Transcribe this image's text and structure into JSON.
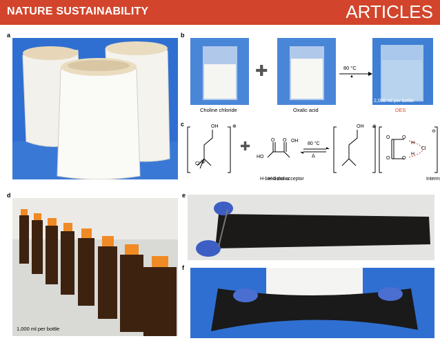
{
  "header": {
    "journal": "NATURE SUSTAINABILITY",
    "section": "ARTICLES"
  },
  "colors": {
    "banner": "#d2452c",
    "accent_red": "#d2452c",
    "photo_blue": "#2f6fd1"
  },
  "panels": {
    "a": {
      "label": "a"
    },
    "b": {
      "label": "b",
      "reagent1": "Choline chloride",
      "reagent2": "Oxalic acid",
      "arrow_top": "80 °C",
      "arrow_bottom": "▲",
      "product": "DES",
      "bottle_note": "2,000 ml per bottle"
    },
    "c": {
      "label": "c",
      "cl": "Cl",
      "minus": "⊖",
      "plus": "⊕",
      "oh1": "OH",
      "ho": "HO",
      "oh2": "OH",
      "oh3": "OH",
      "o_top": "O",
      "o_bot": "O",
      "arrow_top": "80 °C",
      "arrow_bottom": "Δ",
      "donor_label": "H-bond donor",
      "acceptor_label": "H-bond acceptor",
      "interaction_label": "Interm",
      "cl_right": "Cl",
      "o1": "O",
      "o2": "O",
      "o3": "O",
      "o4": "O",
      "h1": "H",
      "h2": "H",
      "n": "N"
    },
    "d": {
      "label": "d",
      "note": "1,000 ml per bottle"
    },
    "e": {
      "label": "e"
    },
    "f": {
      "label": "f"
    }
  }
}
